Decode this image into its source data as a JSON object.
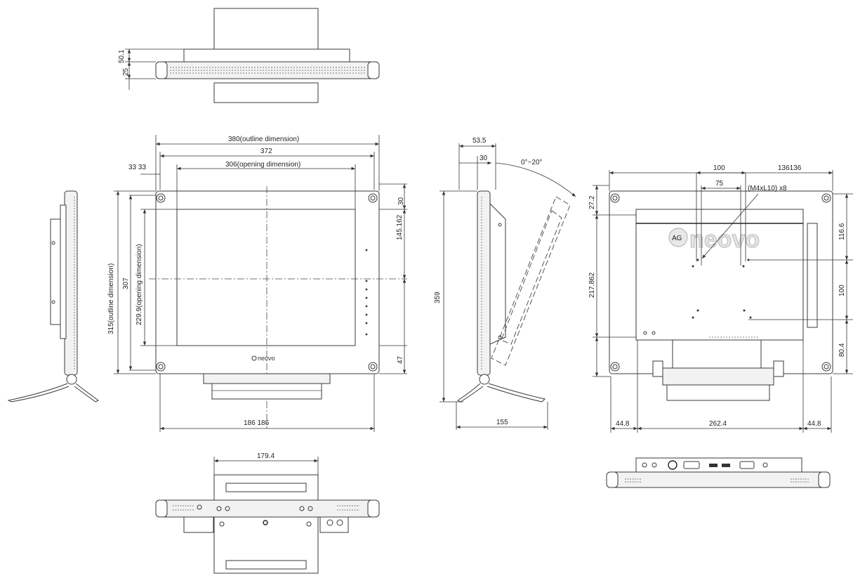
{
  "top_view": {
    "dim_total_depth": "50.1",
    "dim_bezel_depth": "25"
  },
  "front_view": {
    "dim_outline_width": "380(outline dimension)",
    "dim_width_372": "372",
    "dim_opening_width": "306(opening dimension)",
    "dim_offset_left": "33 33",
    "dim_outline_height": "315(outline dimension)",
    "dim_height_307": "307",
    "dim_opening_height": "229.9(opening dimension)",
    "dim_right_30": "30",
    "dim_right_145_162": "145.162",
    "dim_right_47": "47",
    "dim_bottom_half": "186 186",
    "logo_text": "neovo"
  },
  "side_view": {
    "dim_53_5": "53.5",
    "dim_30": "30",
    "dim_tilt": "0°~20°",
    "dim_height_359": "359",
    "dim_stand_155": "155"
  },
  "rear_view": {
    "dim_100_top": "100",
    "dim_136": "136136",
    "dim_75": "75",
    "screw_callout": "(M4xL10) x8",
    "dim_27_2": "27.2",
    "dim_217_862": "217.862",
    "dim_116_6": "116.6",
    "dim_100_right": "100",
    "dim_80_4": "80.4",
    "dim_44_8_left": "44.8",
    "dim_262_4": "262.4",
    "dim_44_8_right": "44.8",
    "logo_text": "neovo",
    "logo_badge": "AG"
  },
  "bottom_view": {
    "dim_179_4": "179.4"
  }
}
